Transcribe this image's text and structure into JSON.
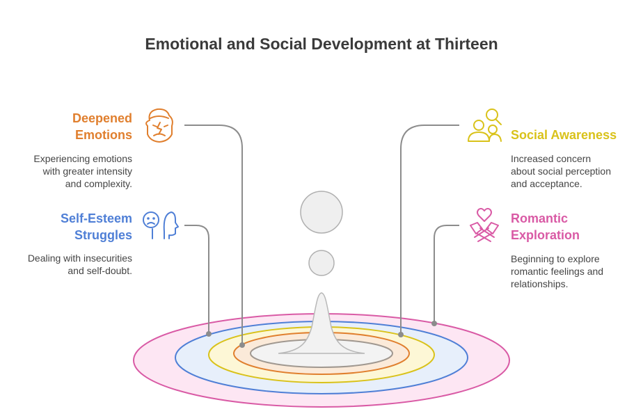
{
  "title": "Emotional and Social Development at Thirteen",
  "colors": {
    "orange": "#e07f2e",
    "blue": "#4f7fd6",
    "yellow": "#d9c21a",
    "pink": "#d95aa5",
    "connector": "#8c8c8c"
  },
  "items": [
    {
      "heading": [
        "Deepened",
        "Emotions"
      ],
      "desc": [
        "Experiencing emotions",
        "with greater intensity",
        "and complexity."
      ],
      "icon": "frustrated-face-icon"
    },
    {
      "heading": [
        "Self-Esteem",
        "Struggles"
      ],
      "desc": [
        "Dealing with insecurities",
        "and self-doubt."
      ],
      "icon": "worried-head-icon"
    },
    {
      "heading": [
        "Social Awareness"
      ],
      "desc": [
        "Increased concern",
        "about social perception",
        "and acceptance."
      ],
      "icon": "people-search-icon"
    },
    {
      "heading": [
        "Romantic",
        "Exploration"
      ],
      "desc": [
        "Beginning to explore",
        "romantic feelings and",
        "relationships."
      ],
      "icon": "heart-hands-icon"
    }
  ]
}
